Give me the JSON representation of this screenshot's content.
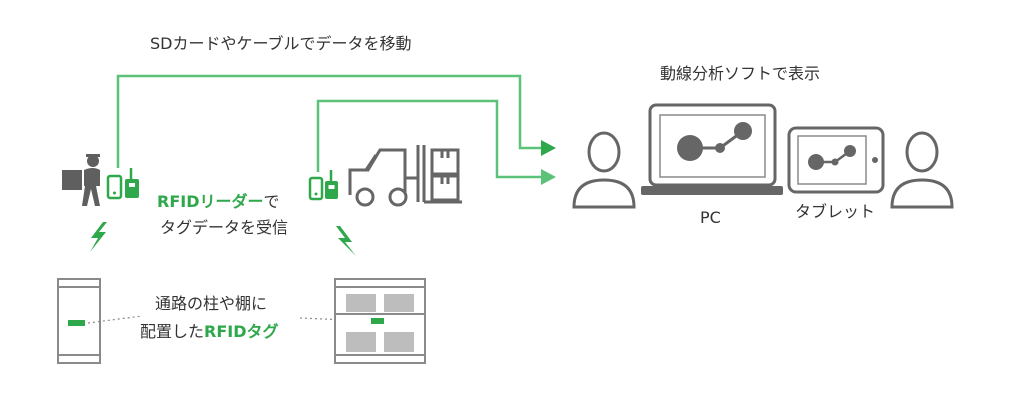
{
  "transfer_label": "SDカードやケーブルでデータを移動",
  "analysis_label": "動線分析ソフトで表示",
  "reader": {
    "highlight": "RFIDリーダー",
    "suffix": "で",
    "line2": "タグデータを受信"
  },
  "tag": {
    "line1": "通路の柱や棚に",
    "prefix": "配置した",
    "highlight": "RFIDタグ"
  },
  "devices": {
    "pc_label": "PC",
    "tablet_label": "タブレット"
  },
  "colors": {
    "accent": "#2ea84a",
    "flow_line": "#5cc27a",
    "icon": "#666666"
  },
  "icons": [
    "worker-icon",
    "handheld-reader-icon",
    "forklift-icon",
    "lightning-icon",
    "pillar-icon",
    "shelf-icon",
    "rfid-tag-icon",
    "person-icon",
    "laptop-icon",
    "tablet-icon",
    "network-graph-icon"
  ]
}
